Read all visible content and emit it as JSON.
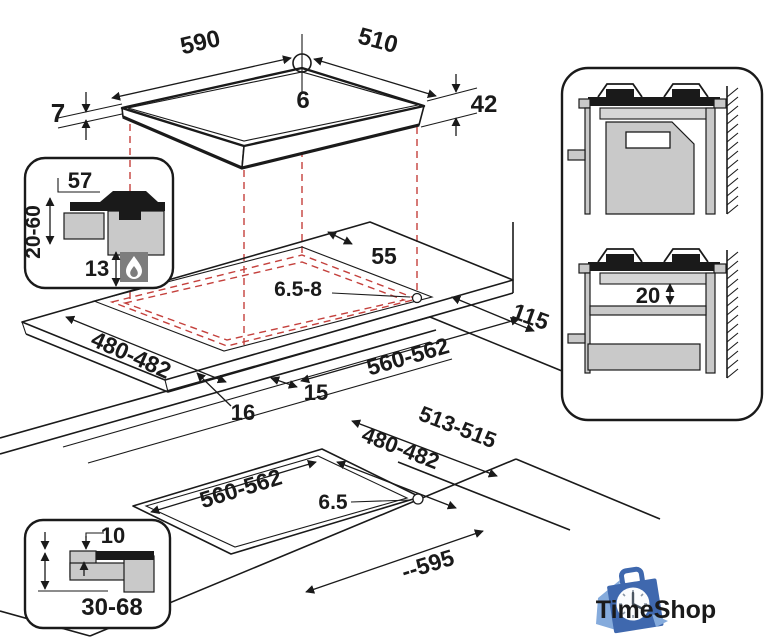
{
  "colors": {
    "line": "#1a1a1a",
    "dashed_guide": "#c4403c",
    "fill_light_gray": "#c9c9c9",
    "fill_dark_gray": "#7d7d7d",
    "logo_blue": "#3f68ae",
    "logo_light_blue": "#85abdc",
    "logo_text_blue": "#4a7cc6"
  },
  "top_view": {
    "width_mm": "590",
    "depth_mm": "510",
    "hole_diameter_mm": "6",
    "rim_height_mm": "7",
    "body_height_mm": "42"
  },
  "burner_section_detail": {
    "burner_width_mm": "57",
    "worktop_thickness_range_mm": "20-60",
    "clearance_below_mm": "13"
  },
  "worktop_cutout_view": {
    "rear_edge_gap_mm": "55",
    "fixing_hole_mm": "6.5-8",
    "right_edge_gap_mm": "115",
    "cutout_depth_mm": "480-482",
    "cutout_width_mm": "560-562",
    "front_edge_gap_mm": "15",
    "side_edge_gap_mm": "16"
  },
  "side_clearance_view": {
    "shelf_gap_mm": "20"
  },
  "flush_mount_view": {
    "outer_recess_depth_mm": "513-515",
    "cutout_depth_mm": "480-482",
    "cutout_width_mm": "560-562",
    "fixing_hole_mm": "6.5",
    "overall_width_mm": "--595"
  },
  "flush_section_detail": {
    "step_depth_mm": "10",
    "worktop_thickness_range_mm": "30-68"
  },
  "watermark": {
    "brand": "TimeShop"
  }
}
